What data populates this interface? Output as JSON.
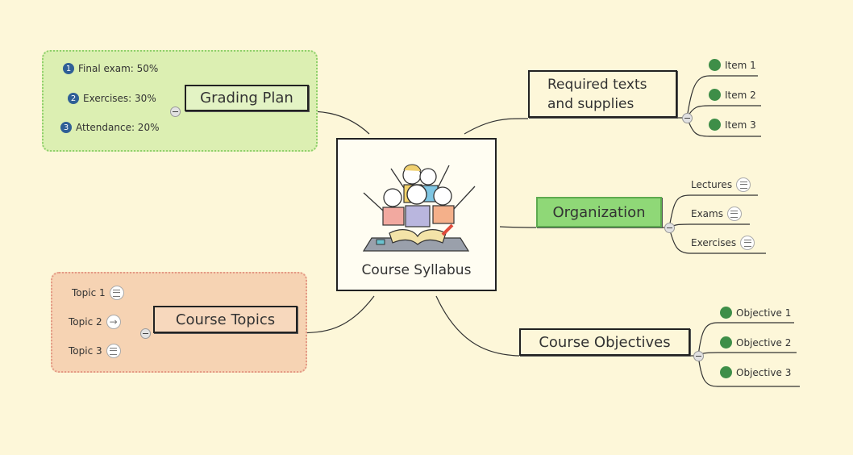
{
  "central": {
    "title": "Course Syllabus"
  },
  "grading": {
    "title": "Grading Plan",
    "items": [
      {
        "num": "1",
        "label": "Final exam: 50%"
      },
      {
        "num": "2",
        "label": "Exercises: 30%"
      },
      {
        "num": "3",
        "label": "Attendance: 20%"
      }
    ]
  },
  "topics": {
    "title": "Course Topics",
    "items": [
      {
        "label": "Topic 1",
        "icon": "notes-icon"
      },
      {
        "label": "Topic 2",
        "icon": "arrow-right-icon"
      },
      {
        "label": "Topic 3",
        "icon": "notes-icon"
      }
    ]
  },
  "required": {
    "title_line1": "Required texts",
    "title_line2": "and supplies",
    "items": [
      {
        "label": "Item 1"
      },
      {
        "label": "Item 2"
      },
      {
        "label": "Item 3"
      }
    ]
  },
  "organization": {
    "title": "Organization",
    "items": [
      {
        "label": "Lectures"
      },
      {
        "label": "Exams"
      },
      {
        "label": "Exercises"
      }
    ]
  },
  "objectives": {
    "title": "Course Objectives",
    "items": [
      {
        "label": "Objective 1"
      },
      {
        "label": "Objective 2"
      },
      {
        "label": "Objective 3"
      }
    ]
  },
  "colors": {
    "background": "#fdf7d9",
    "grading_group": "#dcefb2",
    "topics_group": "#f6d3b3",
    "organization_fill": "#8fd877",
    "bullet_green": "#3e8e48",
    "number_blue": "#2f5f96"
  }
}
